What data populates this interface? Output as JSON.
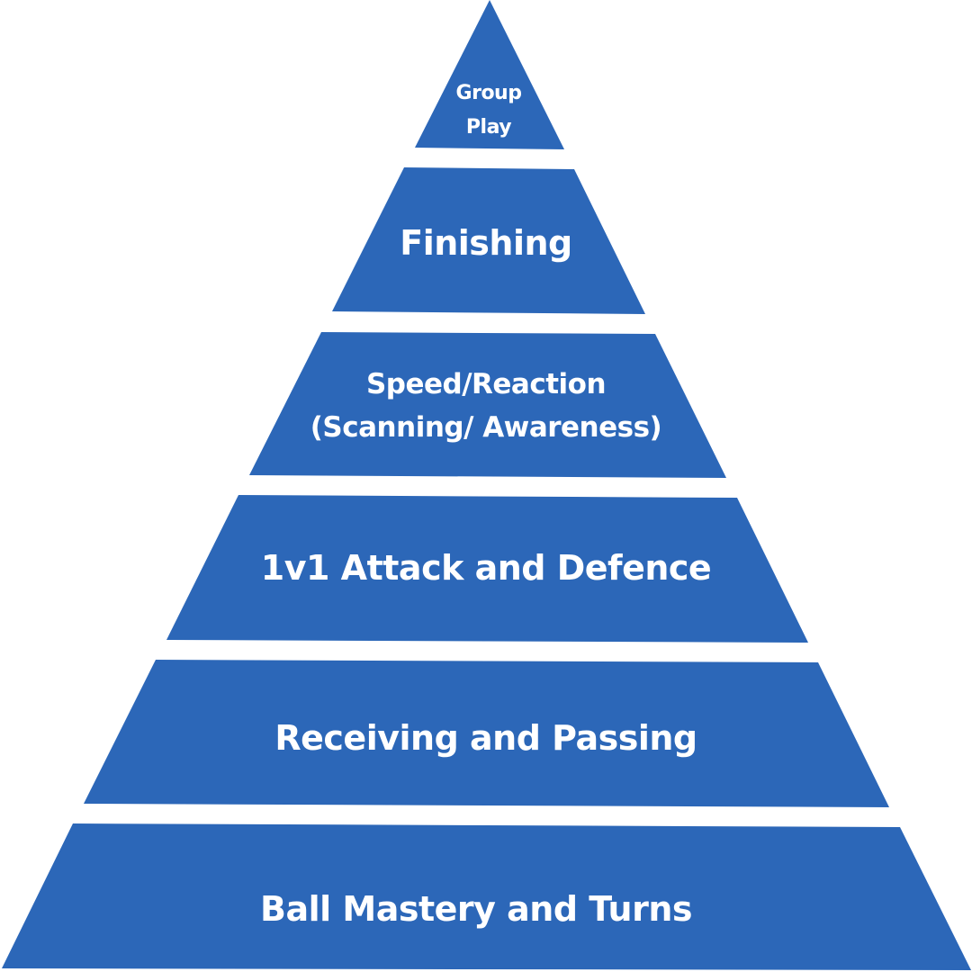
{
  "colors": {
    "tier_fill": "#2C67B8",
    "text": "#FFFFFF",
    "background": "#FFFFFF"
  },
  "pyramid": {
    "tiers": [
      {
        "lines": [
          "Group",
          "Play"
        ]
      },
      {
        "lines": [
          "Finishing"
        ]
      },
      {
        "lines": [
          "Speed/Reaction",
          "(Scanning/ Awareness)"
        ]
      },
      {
        "lines": [
          "1v1 Attack and Defence"
        ]
      },
      {
        "lines": [
          "Receiving and Passing"
        ]
      },
      {
        "lines": [
          "Ball Mastery and Turns"
        ]
      }
    ]
  }
}
